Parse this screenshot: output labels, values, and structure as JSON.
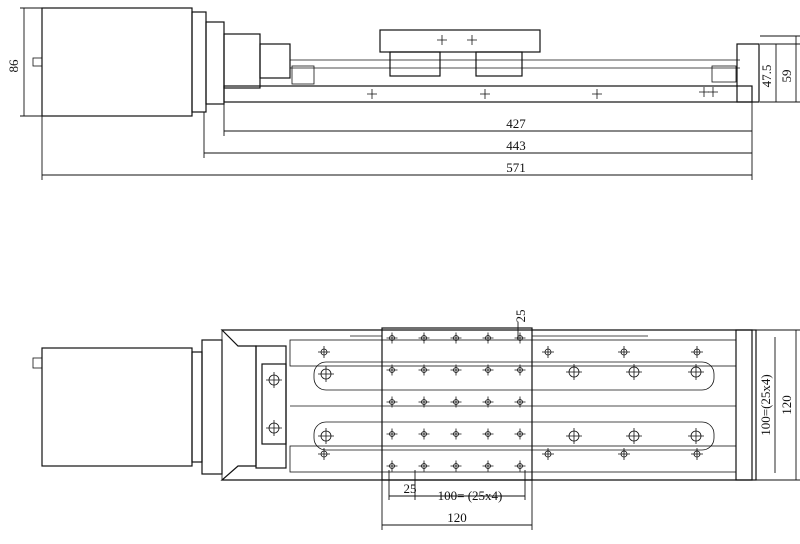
{
  "top_view_dims": {
    "motor_height": "86",
    "length_427": "427",
    "length_443": "443",
    "length_571": "571",
    "height_47_5": "47.5",
    "height_59": "59"
  },
  "plan_view_dims": {
    "hole_pitch_top": "25",
    "hole_pitch_bottom": "25",
    "pattern_width": "100= (25x4)",
    "table_width": "120",
    "pattern_height": "100=(25x4)",
    "table_height": "120"
  }
}
